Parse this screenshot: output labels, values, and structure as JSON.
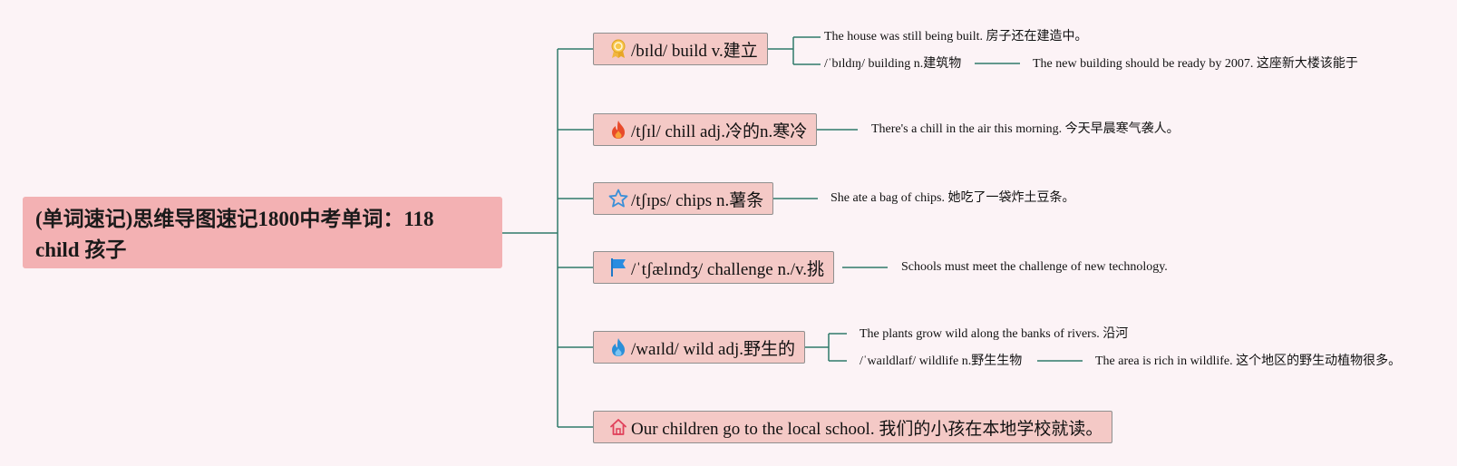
{
  "root": {
    "line1": "(单词速记)思维导图速记1800中考单词：118",
    "line2": "child 孩子"
  },
  "colors": {
    "background": "#fcf3f6",
    "root_fill": "#f3b1b3",
    "node_fill": "#f4c9c6",
    "connector": "#2f7a6a"
  },
  "branches": [
    {
      "icon": "award-ribbon-icon",
      "label": "/bɪld/ build v.建立",
      "children": [
        {
          "text": "The house was still being built. 房子还在建造中。"
        },
        {
          "text": "/ˈbɪldɪŋ/ building n.建筑物",
          "child": "The new building should be ready by 2007. 这座新大楼该能于"
        }
      ]
    },
    {
      "icon": "fire-icon",
      "label": "/tʃɪl/ chill adj.冷的n.寒冷",
      "children": [
        {
          "text": "There's a chill in the air this morning. 今天早晨寒气袭人。"
        }
      ]
    },
    {
      "icon": "star-icon",
      "label": "/tʃɪps/ chips n.薯条",
      "children": [
        {
          "text": "She ate a bag of chips. 她吃了一袋炸土豆条。"
        }
      ]
    },
    {
      "icon": "flag-icon",
      "label": "/ˈtʃælɪndʒ/ challenge n./v.挑",
      "children": [
        {
          "text": "Schools must meet the challenge of new technology."
        }
      ]
    },
    {
      "icon": "blue-fire-icon",
      "label": "/waɪld/ wild adj.野生的",
      "children": [
        {
          "text": "The plants grow wild along the banks of rivers. 沿河"
        },
        {
          "text": "/ˈwaɪldlaɪf/ wildlife n.野生生物",
          "child": "The area is rich in wildlife. 这个地区的野生动植物很多。"
        }
      ]
    },
    {
      "icon": "home-icon",
      "label": "Our children go to the local school. 我们的小孩在本地学校就读。",
      "children": []
    }
  ]
}
